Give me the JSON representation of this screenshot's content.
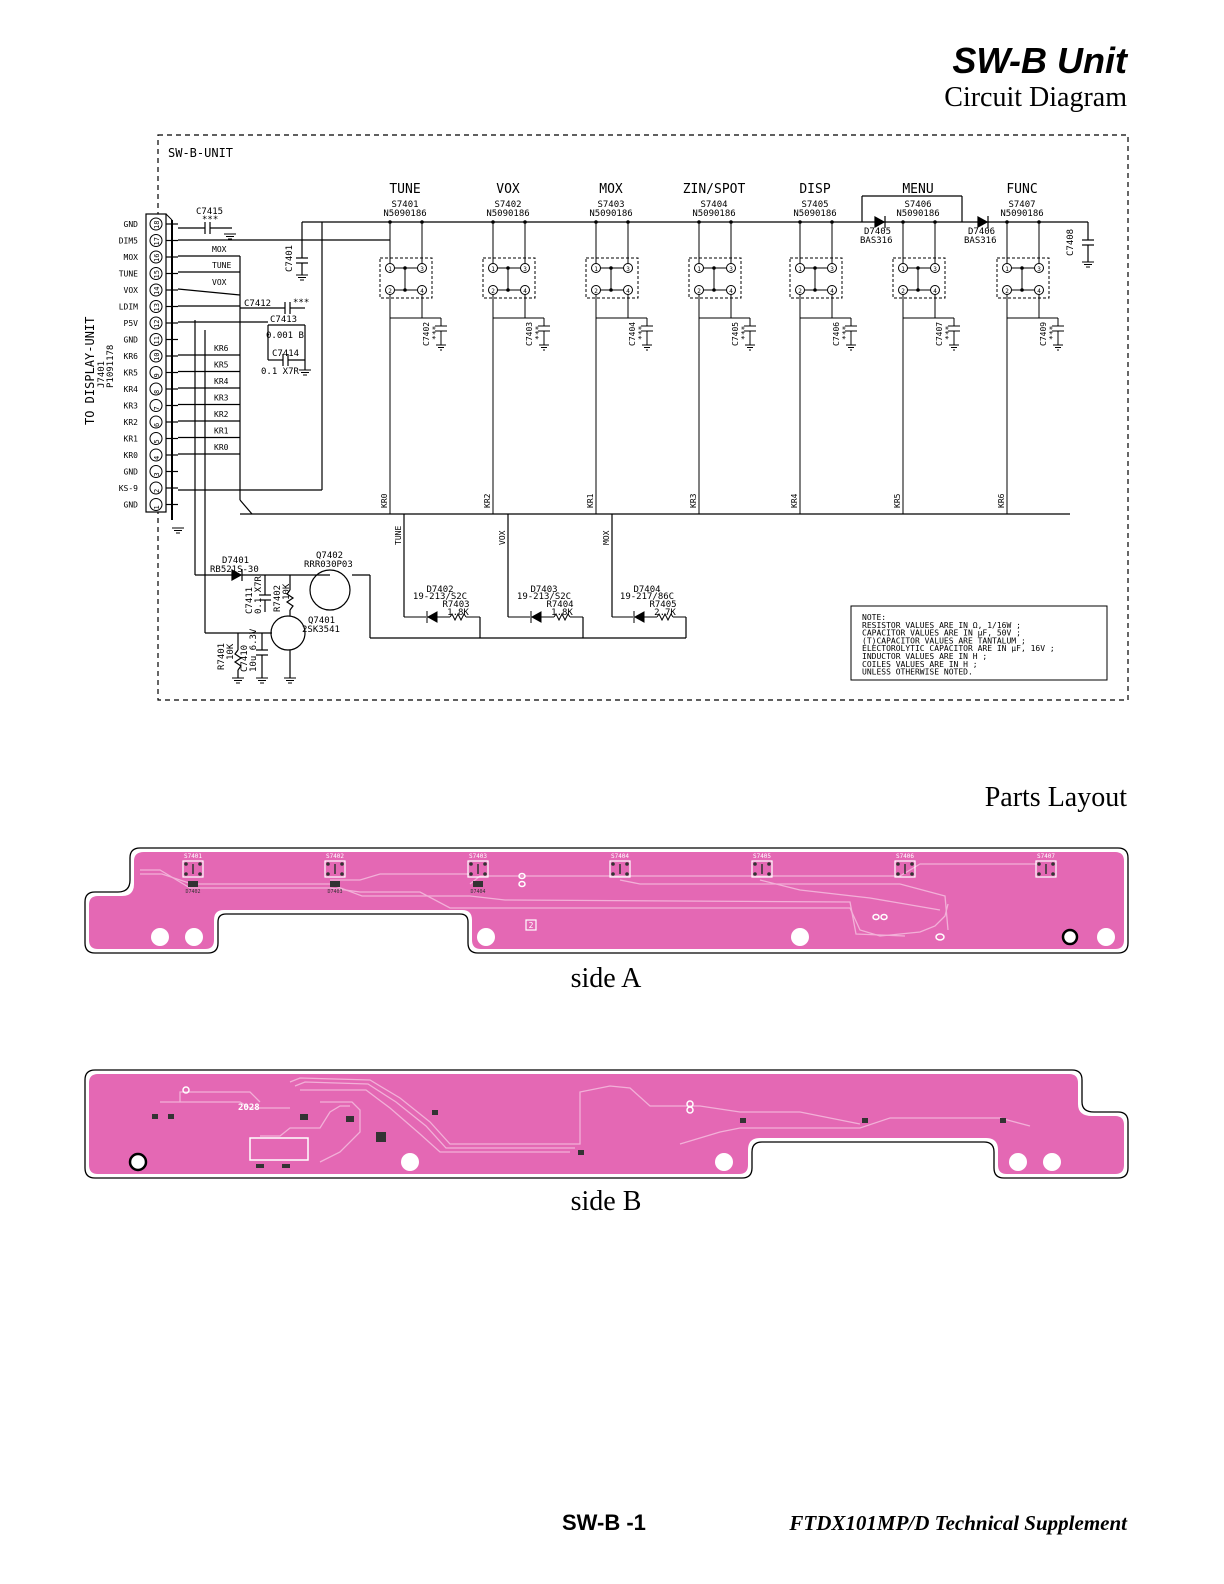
{
  "header": {
    "title": "SW-B Unit",
    "subtitle": "Circuit Diagram"
  },
  "schematic": {
    "frame_label": "SW-B-UNIT",
    "side_label": "TO DISPLAY-UNIT",
    "connector_ref": "J7401",
    "connector_part": "P1091178",
    "pin_labels": [
      "GND",
      "DIM5",
      "MOX",
      "TUNE",
      "VOX",
      "LDIM",
      "P5V",
      "GND",
      "KR6",
      "KR5",
      "KR4",
      "KR3",
      "KR2",
      "KR1",
      "KR0",
      "GND",
      "KS-9",
      "GND"
    ],
    "pin_numbers": [
      "18",
      "17",
      "16",
      "15",
      "14",
      "13",
      "12",
      "11",
      "10",
      "9",
      "8",
      "7",
      "6",
      "5",
      "4",
      "3",
      "2",
      "1"
    ],
    "net_labels": [
      "MOX",
      "TUNE",
      "VOX",
      "KR6",
      "KR5",
      "KR4",
      "KR3",
      "KR2",
      "KR1",
      "KR0"
    ],
    "switches": [
      {
        "name": "TUNE",
        "ref": "S7401",
        "part": "N5090186",
        "cap": "C7402",
        "kr": "KR0"
      },
      {
        "name": "VOX",
        "ref": "S7402",
        "part": "N5090186",
        "cap": "C7403",
        "kr": "KR2"
      },
      {
        "name": "MOX",
        "ref": "S7403",
        "part": "N5090186",
        "cap": "C7404",
        "kr": "KR1"
      },
      {
        "name": "ZIN/SPOT",
        "ref": "S7404",
        "part": "N5090186",
        "cap": "C7405",
        "kr": "KR3"
      },
      {
        "name": "DISP",
        "ref": "S7405",
        "part": "N5090186",
        "cap": "C7406",
        "kr": "KR4"
      },
      {
        "name": "MENU",
        "ref": "S7406",
        "part": "N5090186",
        "cap": "C7407",
        "kr": "KR5"
      },
      {
        "name": "FUNC",
        "ref": "S7407",
        "part": "N5090186",
        "cap": "C7409",
        "kr": "KR6"
      }
    ],
    "pin_nums_sw": [
      "1",
      "2",
      "3",
      "4"
    ],
    "cap_mark": "***",
    "components": {
      "c7415": "C7415",
      "c7401": "C7401",
      "c7412": "C7412",
      "c7413": "C7413",
      "c7413_val": "0.001 B",
      "c7414": "C7414",
      "c7414_val": "0.1 X7R",
      "c7408": "C7408",
      "d7405": "D7405",
      "d7405_part": "BAS316",
      "d7406": "D7406",
      "d7406_part": "BAS316",
      "d7401": "D7401",
      "d7401_part": "RB521S-30",
      "q7402": "Q7402",
      "q7402_part": "RRR030P03",
      "q7401": "Q7401",
      "q7401_part": "2SK3541",
      "c7411": "C7411",
      "c7411_val": "0.1 X7R",
      "r7402": "R7402",
      "r7402_val": "10K",
      "r7401": "R7401",
      "r7401_val": "10K",
      "c7410": "C7410",
      "c7410_val": "10u 6.3V"
    },
    "led_nets": [
      "TUNE",
      "VOX",
      "MOX"
    ],
    "leds": [
      {
        "ref": "D7402",
        "part": "19-213/S2C",
        "res": "R7403",
        "val": "1.8K"
      },
      {
        "ref": "D7403",
        "part": "19-213/S2C",
        "res": "R7404",
        "val": "1.8K"
      },
      {
        "ref": "D7404",
        "part": "19-217/86C",
        "res": "R7405",
        "val": "2.7K"
      }
    ],
    "note_lines": [
      "NOTE:",
      "RESISTOR VALUES ARE IN Ω, 1/16W ;",
      "CAPACITOR VALUES ARE IN μF, 50V ;",
      "(T)CAPACITOR VALUES ARE TANTALUM ;",
      "ELECTOROLYTIC CAPACITOR ARE IN μF, 16V ;",
      "INDUCTOR VALUES ARE IN H ;",
      "COILES VALUES ARE IN H ;",
      "UNLESS OTHERWISE NOTED."
    ]
  },
  "layout_section": {
    "heading": "Parts Layout",
    "side_a_caption": "side A",
    "side_b_caption": "side B",
    "side_a_refs": [
      "S7401",
      "S7402",
      "S7403",
      "S7404",
      "S7405",
      "S7406",
      "S7407"
    ],
    "side_a_diodes": [
      "D7402",
      "D7403",
      "D7404"
    ],
    "side_a_mark": "2",
    "side_b_board_code": "2028"
  },
  "footer": {
    "page": "SW-B -1",
    "doc": "FTDX101MP/D Technical Supplement"
  },
  "colors": {
    "pcb": "#e468b4",
    "pcb_trace": "#f2b0d8",
    "ink": "#000000"
  }
}
